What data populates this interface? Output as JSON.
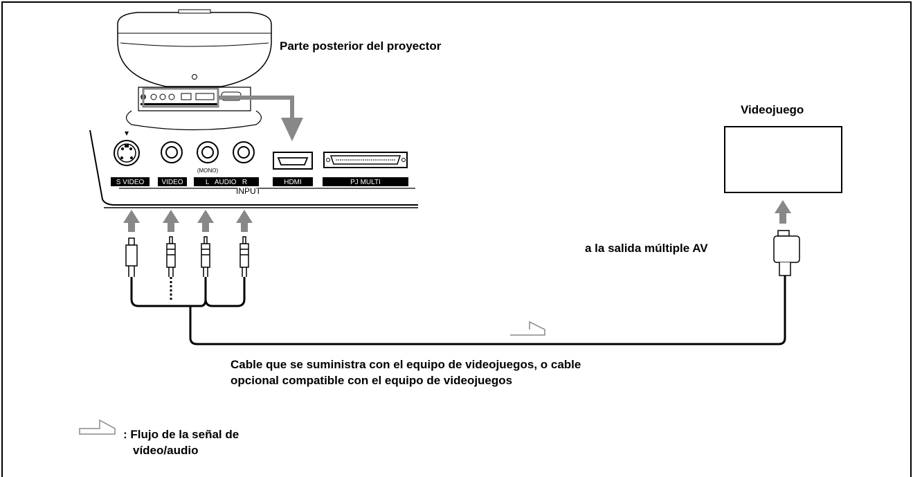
{
  "labels": {
    "projector_rear": "Parte posterior del proyector",
    "game_console": "Videojuego",
    "av_multi_out": "a la salida múltiple AV",
    "cable_line1": "Cable que se suministra con el equipo de videojuegos, o cable",
    "cable_line2": "opcional compatible con el equipo de videojuegos",
    "legend_line1": ": Flujo de la señal de",
    "legend_line2": "vídeo/audio"
  },
  "panel": {
    "s_video": "S VIDEO",
    "video": "VIDEO",
    "audio": "L   AUDIO   R",
    "mono": "(MONO)",
    "hdmi": "HDMI",
    "pj_multi": "PJ MULTI",
    "input": "INPUT"
  }
}
